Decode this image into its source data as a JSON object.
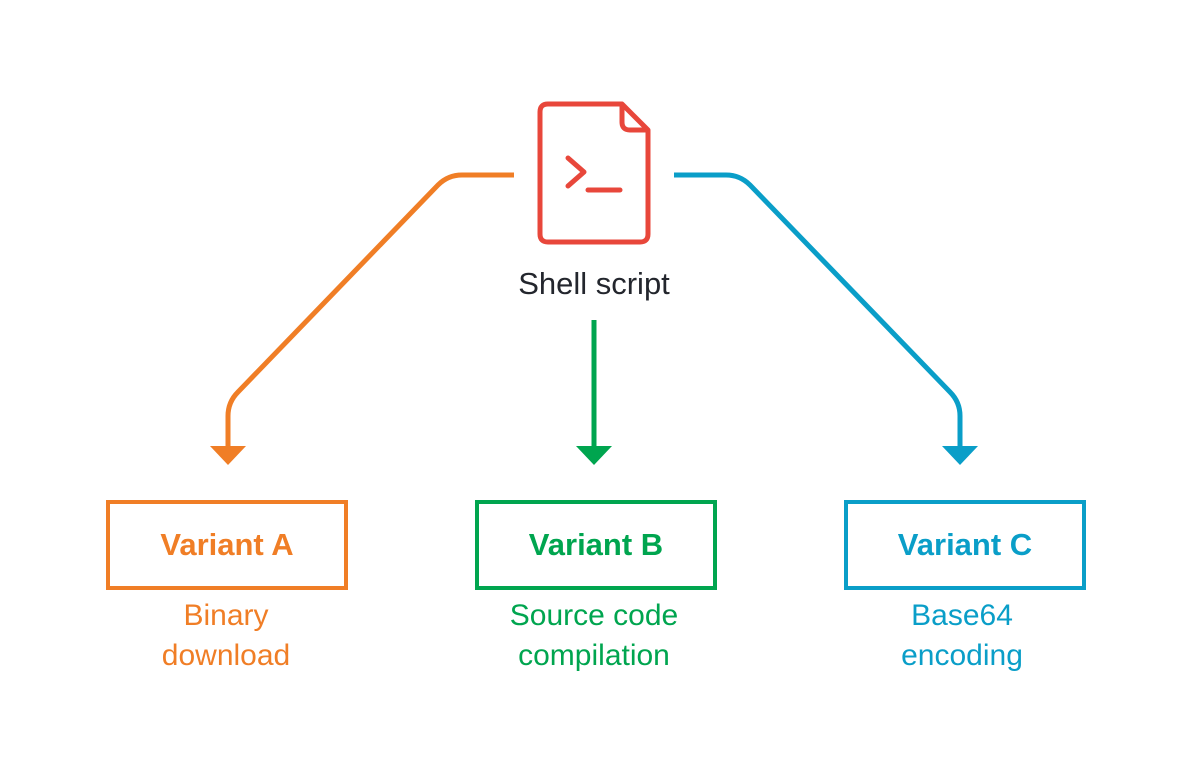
{
  "root": {
    "label": "Shell script",
    "icon": "terminal-file-icon",
    "color": "#e8473b"
  },
  "variants": [
    {
      "title": "Variant A",
      "description_lines": [
        "Binary",
        "download"
      ],
      "color": "#f07e26"
    },
    {
      "title": "Variant B",
      "description_lines": [
        "Source code",
        "compilation"
      ],
      "color": "#00a54f"
    },
    {
      "title": "Variant C",
      "description_lines": [
        "Base64",
        "encoding"
      ],
      "color": "#0a9ec8"
    }
  ]
}
